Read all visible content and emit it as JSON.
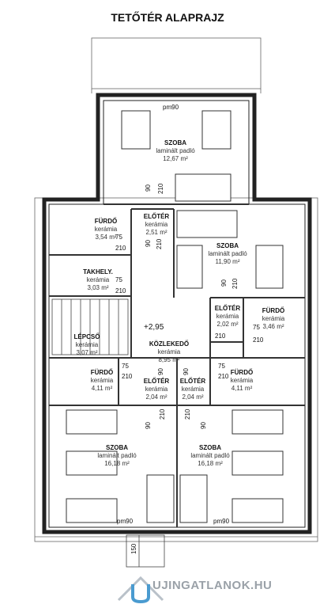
{
  "title": "TETŐTÉR ALAPRAJZ",
  "rooms": [
    {
      "id": "szoba-top",
      "name": "SZOBA",
      "floor": "laminált padló",
      "area": "12,67 m²"
    },
    {
      "id": "furdo-1",
      "name": "FÜRDŐ",
      "floor": "kerámia",
      "area": "3,54 m²"
    },
    {
      "id": "eloter-1",
      "name": "ELŐTÉR",
      "floor": "kerámia",
      "area": "2,51 m²"
    },
    {
      "id": "szoba-mid",
      "name": "SZOBA",
      "floor": "laminált padló",
      "area": "11,90 m²"
    },
    {
      "id": "takhely",
      "name": "TAKHELY.",
      "floor": "kerámia",
      "area": "3,03 m²"
    },
    {
      "id": "lepcso",
      "name": "LÉPCSŐ",
      "floor": "kerámia",
      "area": "3,07 m²"
    },
    {
      "id": "kozlekedo",
      "name": "KÖZLEKEDŐ",
      "floor": "kerámia",
      "area": "8,95 m²"
    },
    {
      "id": "eloter-2",
      "name": "ELŐTÉR",
      "floor": "kerámia",
      "area": "2,02 m²"
    },
    {
      "id": "furdo-2",
      "name": "FÜRDŐ",
      "floor": "kerámia",
      "area": "3,46 m²"
    },
    {
      "id": "furdo-3",
      "name": "FÜRDŐ",
      "floor": "kerámia",
      "area": "4,11 m²"
    },
    {
      "id": "eloter-3",
      "name": "ELŐTÉR",
      "floor": "kerámia",
      "area": "2,04 m²"
    },
    {
      "id": "eloter-4",
      "name": "ELŐTÉR",
      "floor": "kerámia",
      "area": "2,04 m²"
    },
    {
      "id": "furdo-4",
      "name": "FÜRDŐ",
      "floor": "kerámia",
      "area": "4,11 m²"
    },
    {
      "id": "szoba-bl",
      "name": "SZOBA",
      "floor": "laminált padló",
      "area": "16,18 m²"
    },
    {
      "id": "szoba-br",
      "name": "SZOBA",
      "floor": "laminált padló",
      "area": "16,18 m²"
    }
  ],
  "level_mark": "+2,95",
  "door_labels": {
    "pm90": "pm90",
    "d90": "90",
    "d210": "210",
    "d75": "75",
    "d150": "150"
  },
  "watermark": "UJINGATLANOK.HU"
}
